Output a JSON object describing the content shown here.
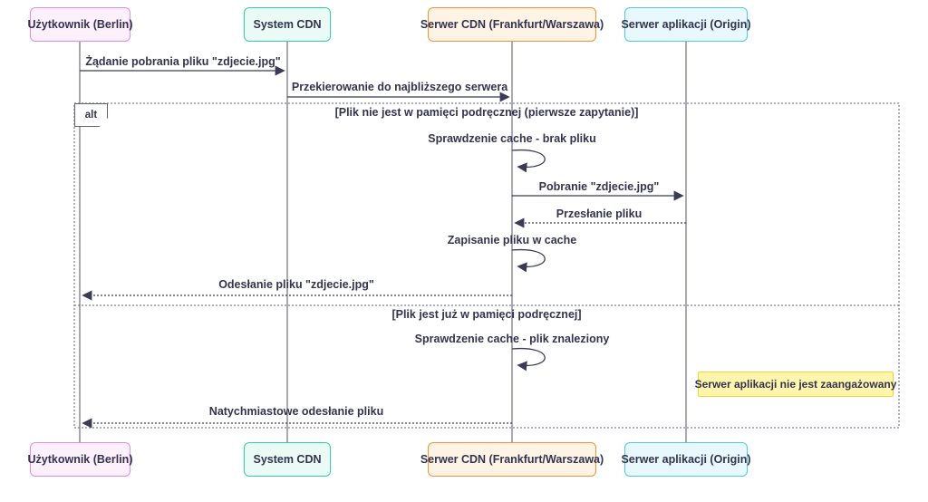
{
  "diagram": {
    "kind": "sequence-diagram",
    "colors": {
      "text": "#33334f",
      "line": "#3b3b55",
      "lifeline": "#56566e",
      "frame_border": "#62627a"
    },
    "actors": [
      {
        "id": "user",
        "label": "Użytkownik (Berlin)",
        "fill": "#fdf0fd",
        "border": "#e08ce0"
      },
      {
        "id": "cdn_system",
        "label": "System CDN",
        "fill": "#eafaf5",
        "border": "#2fd0ac"
      },
      {
        "id": "cdn_server",
        "label": "Serwer CDN (Frankfurt/Warszawa)",
        "fill": "#fef3e5",
        "border": "#f09437"
      },
      {
        "id": "origin",
        "label": "Serwer aplikacji (Origin)",
        "fill": "#e9f8fd",
        "border": "#50c8e8"
      }
    ],
    "messages": [
      {
        "from": "user",
        "to": "cdn_system",
        "style": "solid",
        "label": "Żądanie pobrania pliku \"zdjecie.jpg\""
      },
      {
        "from": "cdn_system",
        "to": "cdn_server",
        "style": "solid",
        "label": "Przekierowanie do najbliższego serwera"
      },
      {
        "from": "cdn_server",
        "to": "cdn_server",
        "style": "self",
        "label": "Sprawdzenie cache - brak pliku"
      },
      {
        "from": "cdn_server",
        "to": "origin",
        "style": "solid",
        "label": "Pobranie \"zdjecie.jpg\""
      },
      {
        "from": "origin",
        "to": "cdn_server",
        "style": "dotted",
        "label": "Przesłanie pliku"
      },
      {
        "from": "cdn_server",
        "to": "cdn_server",
        "style": "self",
        "label": "Zapisanie pliku w cache"
      },
      {
        "from": "cdn_server",
        "to": "user",
        "style": "dotted",
        "label": "Odesłanie pliku \"zdjecie.jpg\""
      },
      {
        "from": "cdn_server",
        "to": "cdn_server",
        "style": "self",
        "label": "Sprawdzenie cache - plik znaleziony"
      },
      {
        "from": "cdn_server",
        "to": "user",
        "style": "dotted",
        "label": "Natychmiastowe odesłanie pliku"
      }
    ],
    "alt_fragment": {
      "operator": "alt",
      "condition_if": "[Plik nie jest w pamięci podręcznej (pierwsze zapytanie)]",
      "condition_else": "[Plik jest już w pamięci podręcznej]"
    },
    "note": {
      "text": "Serwer aplikacji nie jest zaangażowany",
      "fill": "#fff5ad",
      "border": "#f0d43c"
    }
  }
}
